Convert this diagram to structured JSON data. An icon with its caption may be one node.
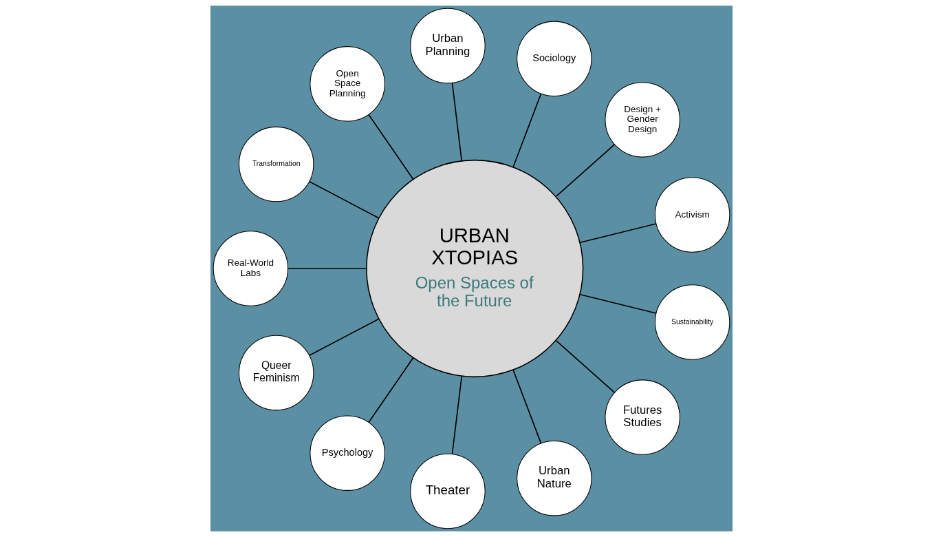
{
  "diagram": {
    "nodes": [
      {
        "text": [
          "URBAN XTOPIAS",
          "Open Spaces of the Future"
        ]
      },
      {
        "text": [
          "Activism"
        ]
      },
      {
        "text": [
          "Design + Gender Design"
        ]
      },
      {
        "text": [
          "Sociology"
        ]
      },
      {
        "text": [
          "Urban Planning"
        ]
      },
      {
        "text": [
          "Open Space Planning"
        ]
      },
      {
        "text": [
          "Transformation"
        ]
      },
      {
        "text": [
          "Real-World Labs"
        ]
      },
      {
        "text": [
          "Queer Feminism"
        ]
      },
      {
        "text": [
          "Psychology"
        ]
      },
      {
        "text": [
          "Theater"
        ]
      },
      {
        "text": [
          "Urban Nature"
        ]
      },
      {
        "text": [
          "Futures Studies"
        ]
      },
      {
        "text": [
          "Sustainability"
        ]
      }
    ],
    "edges": [
      {
        "from": 0,
        "to": 1,
        "arrow": "none"
      },
      {
        "from": 0,
        "to": 2,
        "arrow": "none"
      },
      {
        "from": 0,
        "to": 3,
        "arrow": "none"
      },
      {
        "from": 0,
        "to": 4,
        "arrow": "none"
      },
      {
        "from": 0,
        "to": 6,
        "arrow": "none"
      },
      {
        "from": 0,
        "to": 8,
        "arrow": "none"
      },
      {
        "from": 0,
        "to": 10,
        "arrow": "none"
      },
      {
        "from": 0,
        "to": 13,
        "arrow": "none"
      },
      {
        "from": 0,
        "to": 12,
        "arrow": "none"
      },
      {
        "from": 0,
        "to": 11,
        "arrow": "none"
      },
      {
        "from": 0,
        "to": 9,
        "arrow": "none"
      },
      {
        "from": 0,
        "to": 7,
        "arrow": "none"
      },
      {
        "from": 0,
        "to": 5,
        "arrow": "none"
      }
    ]
  }
}
